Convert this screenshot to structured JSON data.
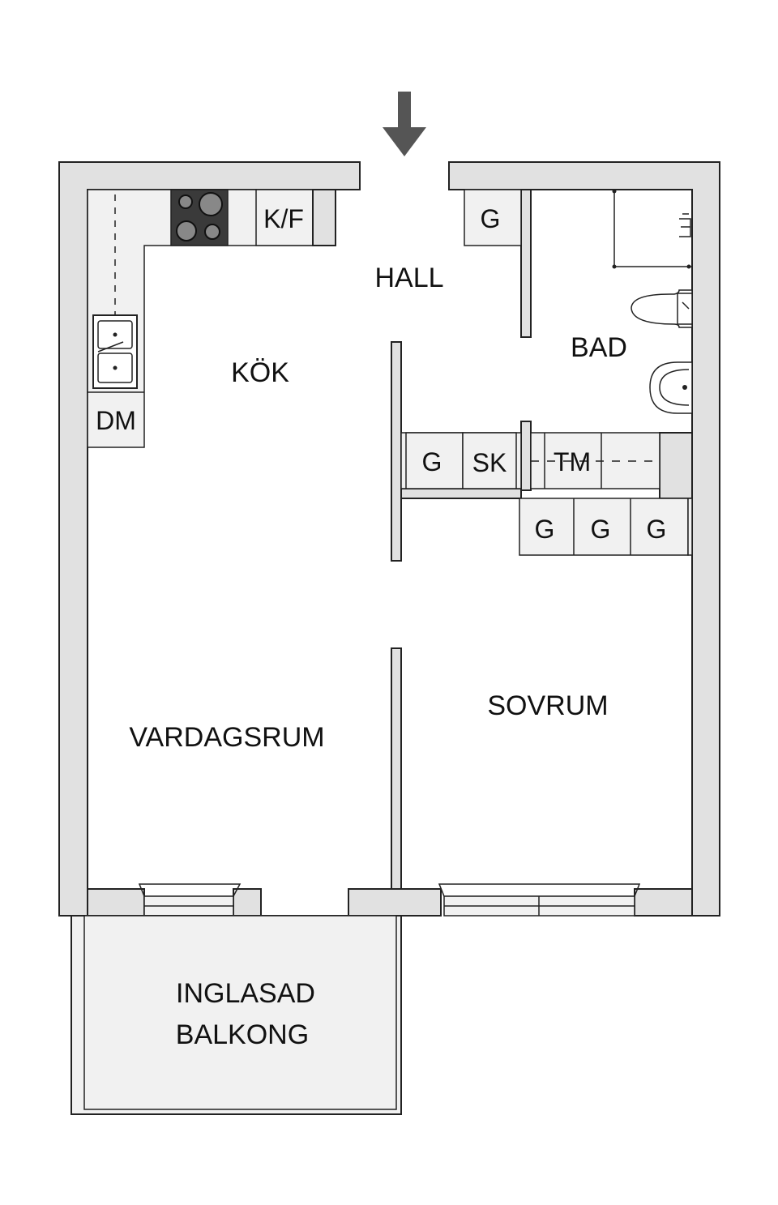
{
  "rooms": {
    "kitchen": "KÖK",
    "hall": "HALL",
    "bathroom": "BAD",
    "living_room": "VARDAGSRUM",
    "bedroom": "SOVRUM",
    "balcony_line1": "INGLASAD",
    "balcony_line2": "BALKONG"
  },
  "fixtures": {
    "fridge_freezer": "K/F",
    "dishwasher": "DM",
    "hall_wardrobe": "G",
    "wardrobe_row1_a": "G",
    "drying_cabinet": "SK",
    "washing_machine": "TM",
    "wardrobe_row2_a": "G",
    "wardrobe_row2_b": "G",
    "wardrobe_row2_c": "G"
  },
  "colors": {
    "wall_fill": "#e1e1e1",
    "cabinet_fill": "#f1f1f1",
    "stove": "#3a3a3a",
    "arrow": "#555555"
  }
}
